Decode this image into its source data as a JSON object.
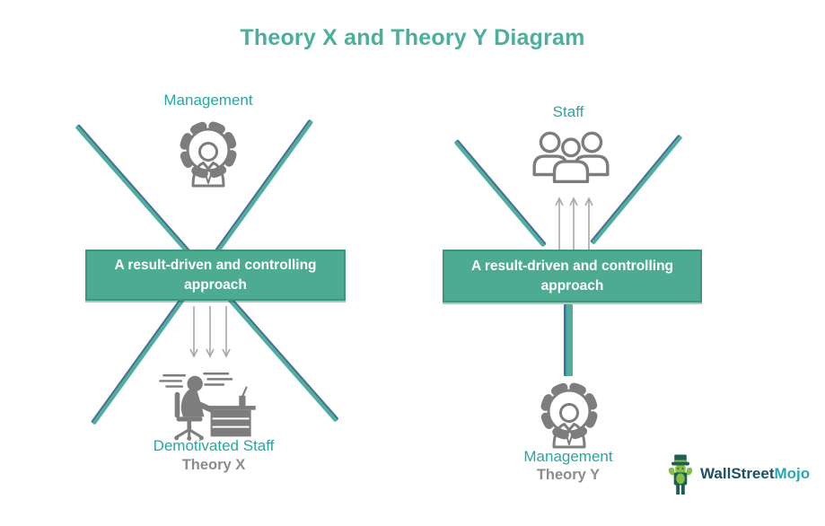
{
  "title": "Theory X and Theory Y Diagram",
  "colors": {
    "teal_title": "#4aaf9d",
    "teal_label": "#2aa6a1",
    "box_fill": "#4dab92",
    "box_border": "#3e957e",
    "box_text": "#ffffff",
    "line_teal": "#4fae9c",
    "line_edge": "#4a6d99",
    "icon_gray": "#7d7d7d",
    "arrow_gray": "#a8a8a8",
    "theory_gray": "#8c8c8c",
    "logo_dark": "#20505f",
    "logo_accent": "#2aa7b7",
    "mascot_green": "#86bf45",
    "mascot_dark": "#1d5f55"
  },
  "theory_x": {
    "top_label": "Management",
    "top_icon": "manager-gear-icon",
    "box_text": "A result-driven and controlling approach",
    "arrows_direction": "down",
    "bottom_icon": "demotivated-worker-at-desk-icon",
    "bottom_label": "Demotivated Staff",
    "name": "Theory X"
  },
  "theory_y": {
    "top_label": "Staff",
    "top_icon": "staff-group-icon",
    "box_text": "A result-driven and controlling approach",
    "arrows_direction": "up",
    "bottom_icon": "manager-gear-icon",
    "bottom_label": "Management",
    "name": "Theory Y"
  },
  "logo": {
    "icon": "wallstreetmojo-bull-mascot",
    "brand_part1": "WallStreet",
    "brand_part2": "Mojo"
  }
}
